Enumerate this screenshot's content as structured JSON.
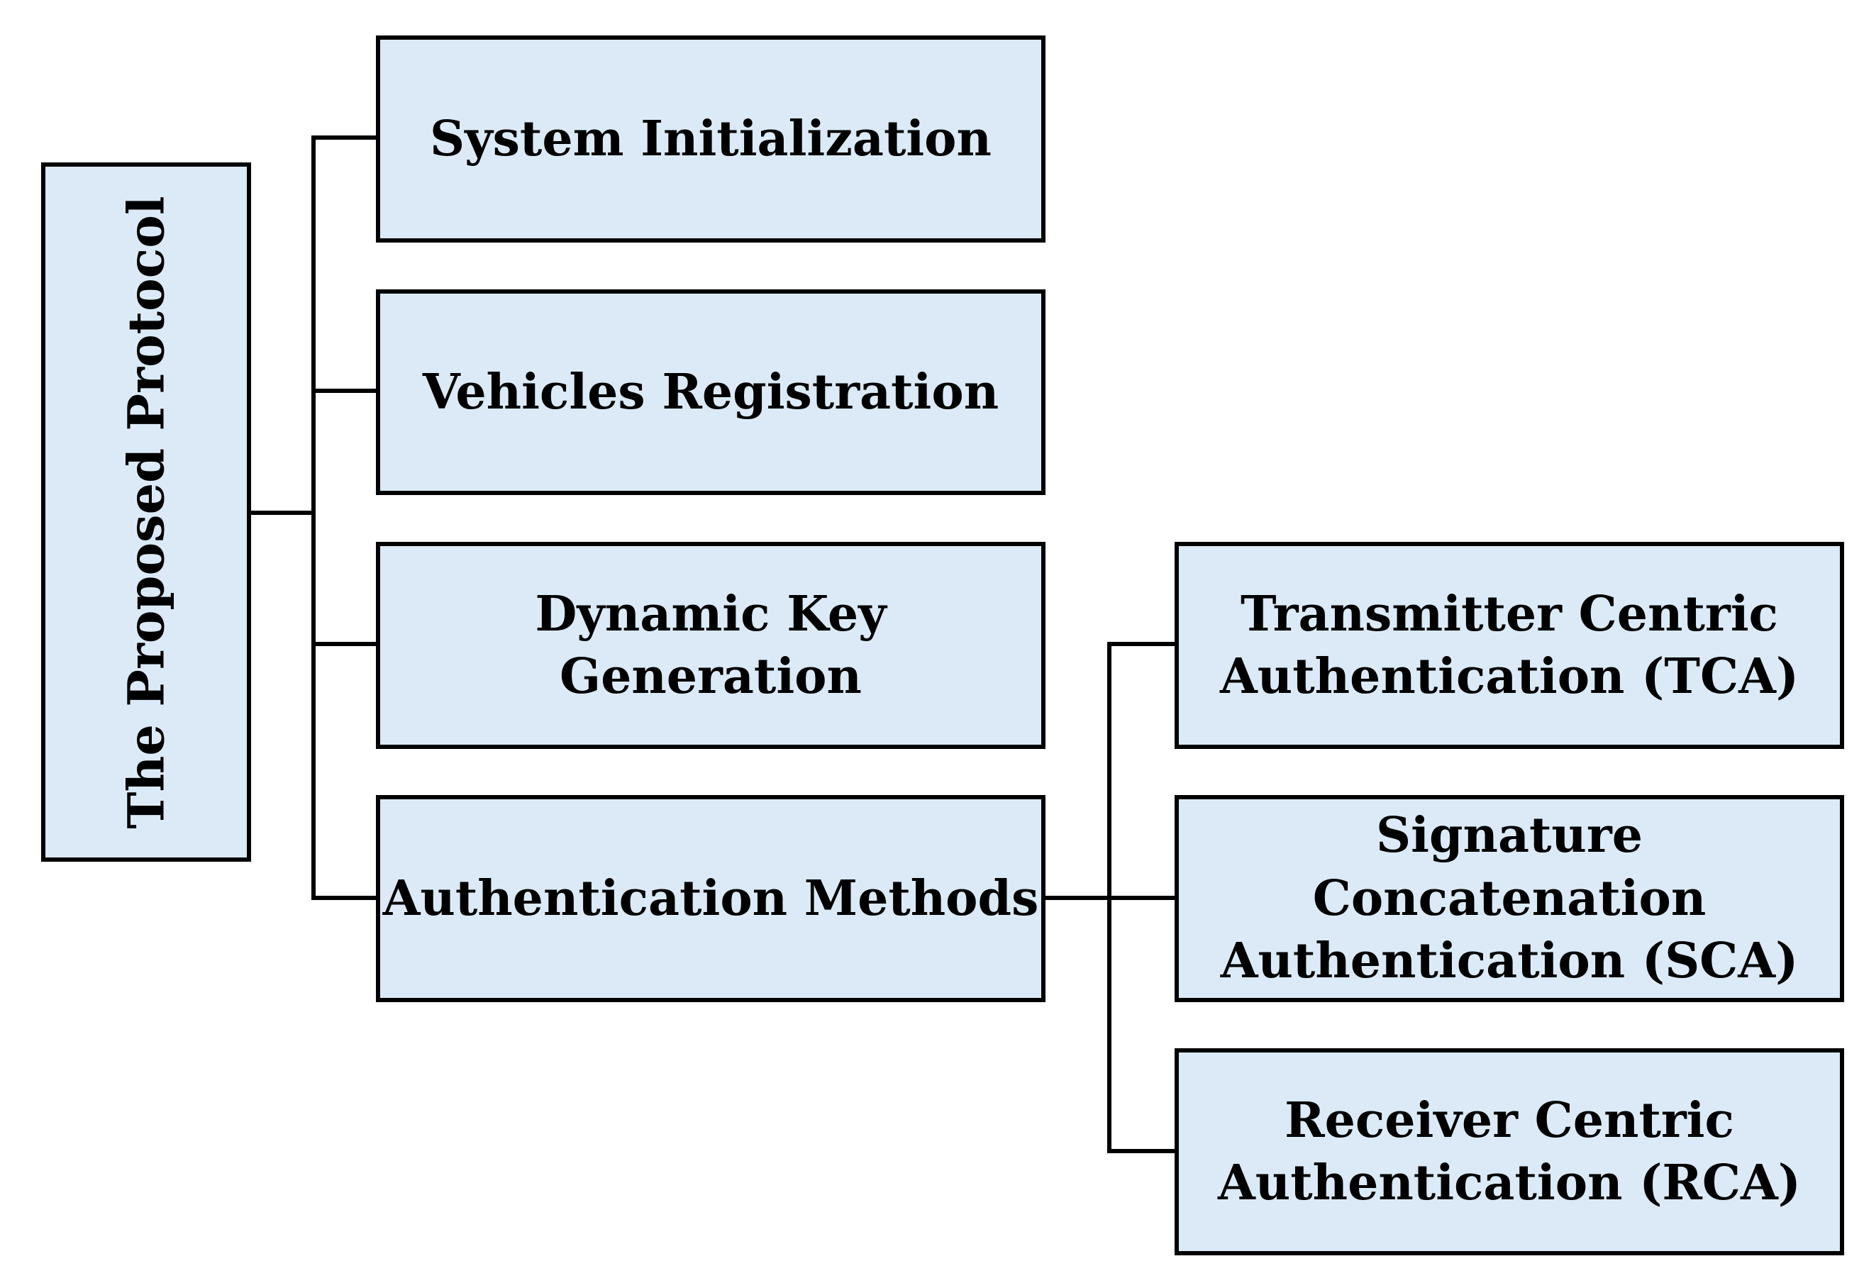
{
  "diagram": {
    "root": {
      "label": "The Proposed Protocol"
    },
    "phases": [
      {
        "label": "System Initialization"
      },
      {
        "label": "Vehicles Registration"
      },
      {
        "line1": "Dynamic Key",
        "line2": "Generation"
      },
      {
        "label": "Authentication Methods"
      }
    ],
    "methods": [
      {
        "line1": "Transmitter Centric",
        "line2": "Authentication (TCA)"
      },
      {
        "line1": "Signature Concatenation",
        "line2": "Authentication (SCA)"
      },
      {
        "line1": "Receiver Centric",
        "line2": "Authentication (RCA)"
      }
    ]
  },
  "colors": {
    "box_fill": "#dbeaf6",
    "border": "#000000",
    "text": "#000000"
  }
}
